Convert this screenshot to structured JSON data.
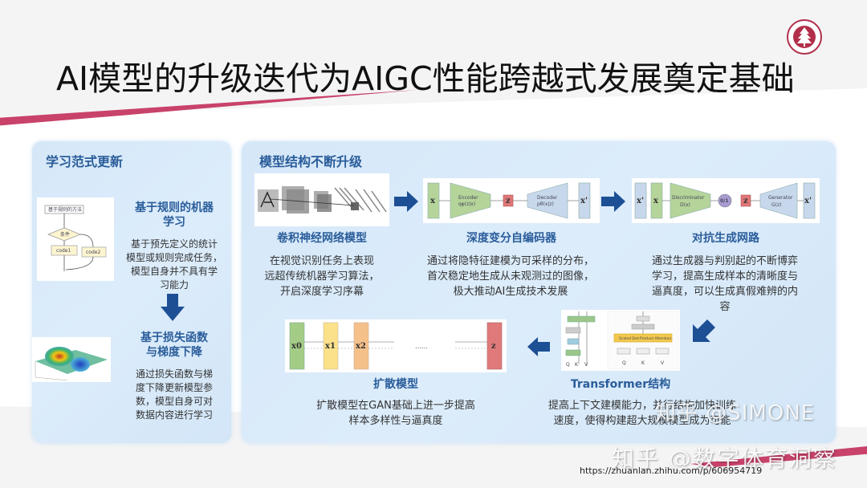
{
  "slide": {
    "title": "AI模型的升级迭代为AIGC性能跨越式发展奠定基础",
    "logo_icon": "university-seal-icon",
    "colors": {
      "accent_red": "#c8426a",
      "heading_blue": "#2a5d9a",
      "arrow_blue": "#1d4f95",
      "panel_bg": "#d8e9f9"
    }
  },
  "left_panel": {
    "title": "学习范式更新",
    "stage1": {
      "title_line1": "基于规则的机器",
      "title_line2": "学习",
      "desc_lines": [
        "基于预先定义的统计",
        "模型或规则完成任务，",
        "模型自身并不具有学",
        "习能力"
      ],
      "figure": {
        "type": "flowchart",
        "top_box": "基于规则的方法",
        "decision": "条件",
        "branch1": "code1",
        "branch2": "code2"
      }
    },
    "stage2": {
      "title_line1": "基于损失函数",
      "title_line2": "与梯度下降",
      "desc_lines": [
        "通过损失函数与梯",
        "度下降更新模型参",
        "数，模型自身可对",
        "数据内容进行学习"
      ],
      "figure": {
        "type": "3d-loss-surface"
      }
    }
  },
  "right_panel": {
    "title": "模型结构不断升级",
    "models": [
      {
        "name": "卷积神经网络模型",
        "desc_lines": [
          "在视觉识别任务上表现",
          "远超传统机器学习算法，",
          "开启深度学习序幕"
        ],
        "figure": "cnn-architecture"
      },
      {
        "name": "深度变分自编码器",
        "desc_lines": [
          "通过将隐特征建模为可采样的分布，",
          "首次稳定地生成从未观测过的图像，",
          "极大推动AI生成技术发展"
        ],
        "figure": {
          "input": "x",
          "encoder": "Encoder",
          "encoder_fn": "qφ(z|x)",
          "latent": "z",
          "decoder": "Decoder",
          "decoder_fn": "pθ(x|z)",
          "output": "x'"
        }
      },
      {
        "name": "对抗生成网路",
        "desc_lines": [
          "通过生成器与判别起的不断博弈",
          "学习，提高生成样本的清晰度与",
          "逼真度，可以生成真假难辨的内",
          "容"
        ],
        "figure": {
          "fake": "x'",
          "real": "x",
          "discriminator": "Discriminator",
          "discriminator_fn": "D(x)",
          "output": "0/1",
          "latent": "z",
          "generator": "Generator",
          "generator_fn": "G(z)",
          "generated": "x'"
        }
      },
      {
        "name": "Transformer结构",
        "desc_lines": [
          "提高上下文建模能力，并行结构加快训练",
          "速度，使得构建超大规模模型成为可能"
        ],
        "figure": {
          "attention_block": "Scaled Dot-Product Attention",
          "inputs": [
            "Q",
            "K",
            "V"
          ]
        }
      },
      {
        "name": "扩散模型",
        "desc_lines": [
          "扩散模型在GAN基础上进一步提高",
          "样本多样性与逼真度"
        ],
        "figure": {
          "states": [
            "x0",
            "x1",
            "x2",
            "……",
            "z"
          ]
        }
      }
    ]
  },
  "watermarks": {
    "line1": "知乎 @SIMONE",
    "line2": "知乎 @数字体育洞察",
    "url": "https://zhuanlan.zhihu.com/p/606954719"
  }
}
